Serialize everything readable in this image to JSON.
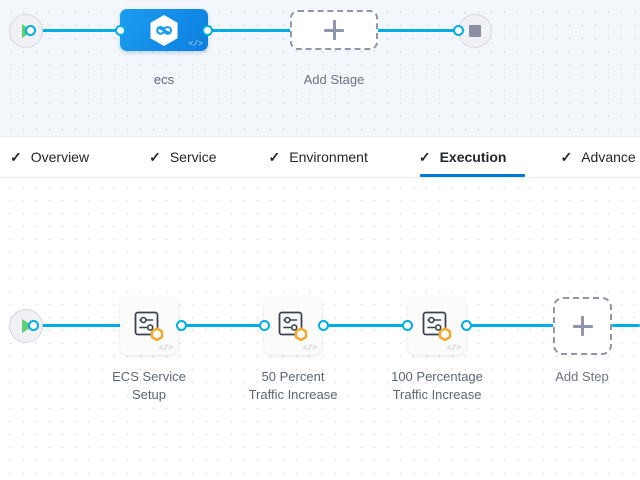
{
  "stage_canvas": {
    "start_node": {
      "icon": "play-icon"
    },
    "end_node": {
      "icon": "stop-icon"
    },
    "stage": {
      "label": "ecs",
      "icon": "harness-hexagon-infinity-icon",
      "code_mark": "</>"
    },
    "add_stage": {
      "label": "Add Stage",
      "icon": "plus-icon"
    }
  },
  "tabbar": {
    "tabs": [
      {
        "label": "Overview",
        "check": "✓",
        "active": false
      },
      {
        "label": "Service",
        "check": "✓",
        "active": false
      },
      {
        "label": "Environment",
        "check": "✓",
        "active": false
      },
      {
        "label": "Execution",
        "check": "✓",
        "active": true
      },
      {
        "label": "Advance",
        "check": "✓",
        "active": false
      }
    ],
    "active_underline_color": "#0278d5"
  },
  "exec_canvas": {
    "start_node": {
      "icon": "play-icon"
    },
    "steps": [
      {
        "label": "ECS Service\nSetup",
        "icon": "step-settings-icon",
        "badge": "orange-hexagon-badge",
        "code_mark": "</>"
      },
      {
        "label": "50 Percent\nTraffic Increase",
        "icon": "step-settings-icon",
        "badge": "orange-hexagon-badge",
        "code_mark": "</>"
      },
      {
        "label": "100 Percentage\nTraffic Increase",
        "icon": "step-settings-icon",
        "badge": "orange-hexagon-badge",
        "code_mark": "</>"
      }
    ],
    "add_step": {
      "label": "Add Step",
      "icon": "plus-icon"
    }
  },
  "colors": {
    "connector": "#00ade4",
    "stage_blue": "#0d7ee0",
    "badge_orange": "#f5a623",
    "play_green": "#5fd078",
    "tab_active": "#0278d5",
    "label_text": "#5b6676"
  }
}
